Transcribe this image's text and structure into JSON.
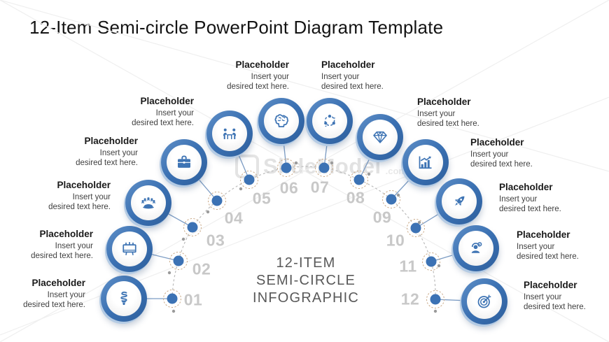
{
  "title": "12-Item Semi-circle PowerPoint Diagram Template",
  "center_caption": {
    "line1": "12-ITEM",
    "line2": "SEMI-CIRCLE",
    "line3": "INFOGRAPHIC"
  },
  "watermark": {
    "name": "SlideModel",
    "suffix": ".com"
  },
  "colors": {
    "accent_blue": "#3c72b4",
    "ring_gradient_start": "#5f8fc7",
    "ring_gradient_end": "#2e5f9c",
    "icon_blue": "#3e74b4",
    "number_gray": "#c8c8c8",
    "caption_gray": "#595959",
    "marker_dash_tan": "#c9a987",
    "arc_dash_gray": "#bbbbbb",
    "stem_blue_gray": "#7c9cc4",
    "title_black": "#141414",
    "body_text_gray": "#3f3f3f",
    "watermark_gray": "#e2e2e2"
  },
  "items": [
    {
      "number": "01",
      "icon": "cfl-bulb-icon",
      "label": "Placeholder",
      "body_lines": [
        "Insert your",
        "desired text here."
      ]
    },
    {
      "number": "02",
      "icon": "billboard-icon",
      "label": "Placeholder",
      "body_lines": [
        "Insert your",
        "desired text here."
      ]
    },
    {
      "number": "03",
      "icon": "meeting-table-icon",
      "label": "Placeholder",
      "body_lines": [
        "Insert your",
        "desired text here."
      ]
    },
    {
      "number": "04",
      "icon": "briefcase-icon",
      "label": "Placeholder",
      "body_lines": [
        "Insert your",
        "desired text here."
      ]
    },
    {
      "number": "05",
      "icon": "discussion-icon",
      "label": "Placeholder",
      "body_lines": [
        "Insert your",
        "desired text here."
      ]
    },
    {
      "number": "06",
      "icon": "brain-icon",
      "label": "Placeholder",
      "body_lines": [
        "Insert your",
        "desired text here."
      ]
    },
    {
      "number": "07",
      "icon": "cycle-arrows-icon",
      "label": "Placeholder",
      "body_lines": [
        "Insert your",
        "desired text here."
      ]
    },
    {
      "number": "08",
      "icon": "diamond-icon",
      "label": "Placeholder",
      "body_lines": [
        "Insert your",
        "desired text here."
      ]
    },
    {
      "number": "09",
      "icon": "bar-chart-growth-icon",
      "label": "Placeholder",
      "body_lines": [
        "Insert your",
        "desired text here."
      ]
    },
    {
      "number": "10",
      "icon": "rocket-icon",
      "label": "Placeholder",
      "body_lines": [
        "Insert your",
        "desired text here."
      ]
    },
    {
      "number": "11",
      "icon": "support-agent-icon",
      "label": "Placeholder",
      "body_lines": [
        "Insert your",
        "desired text here."
      ]
    },
    {
      "number": "12",
      "icon": "target-arrow-icon",
      "label": "Placeholder",
      "body_lines": [
        "Insert your",
        "desired text here."
      ]
    }
  ]
}
